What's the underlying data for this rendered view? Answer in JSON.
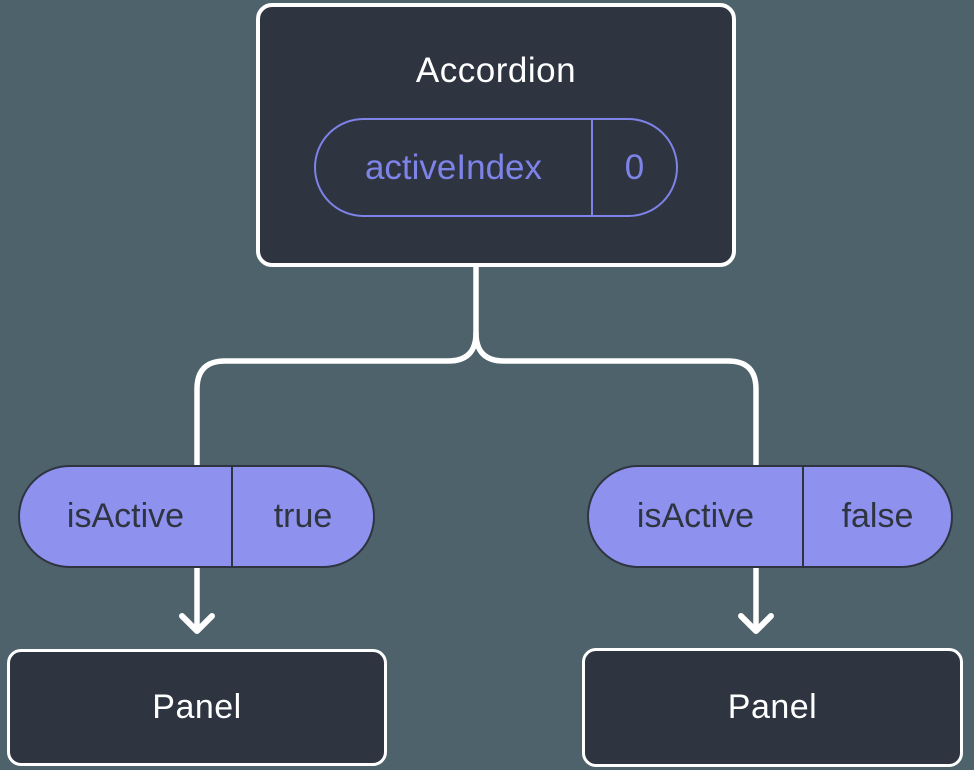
{
  "diagram": {
    "root": {
      "label": "Accordion",
      "prop_name": "activeIndex",
      "prop_value": "0"
    },
    "children": [
      {
        "prop_name": "isActive",
        "prop_value": "true",
        "node_label": "Panel"
      },
      {
        "prop_name": "isActive",
        "prop_value": "false",
        "node_label": "Panel"
      }
    ],
    "colors": {
      "background": "#4d626b",
      "node_fill": "#2e3440",
      "node_border": "#ffffff",
      "pill_fill": "#8e92ee",
      "pill_border": "#2e3440",
      "pill_text": "#2e3440",
      "accent_purple": "#7e83e8",
      "connector": "#ffffff"
    }
  }
}
